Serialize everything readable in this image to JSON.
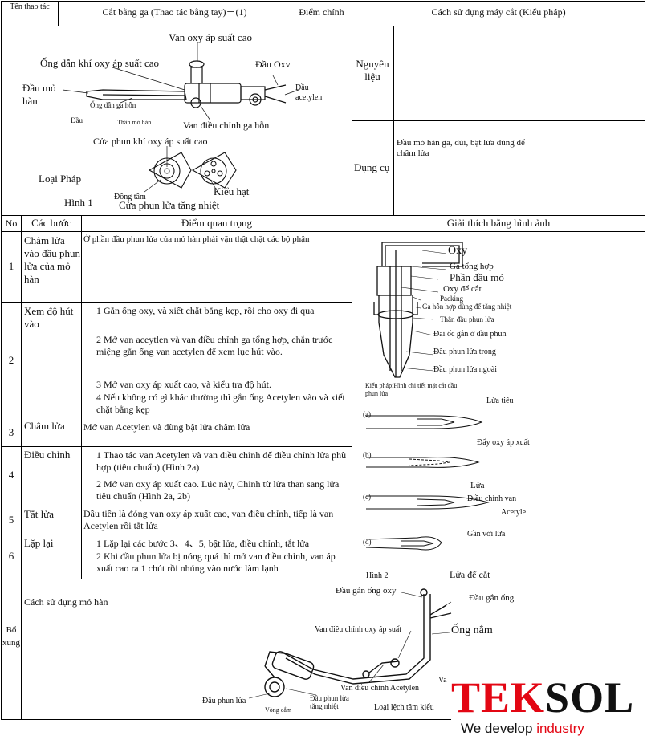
{
  "header": {
    "op_name_label": "Tên thao tác",
    "op_title": "Cắt bằng ga (Thao tác bằng tay)－(1)",
    "key_points": "Điểm chính",
    "usage_title": "Cách sử dụng máy cắt (Kiểu pháp)"
  },
  "figure1": {
    "labels": {
      "high_oxy_valve": "Van oxy áp suất cao",
      "high_oxy_pipe": "Ống dẫn khí oxy áp suất cao",
      "oxy_head": "Đầu Oxv",
      "torch_head": "Đầu mỏ hàn",
      "mix_pipe": "Ống dẫn ga hỗn",
      "acetylene_head": "Đầu acetylen",
      "head": "Đầu",
      "body": "Thân mỏ hàn",
      "mix_valve": "Van điều chỉnh ga hỗn",
      "nozzle_high_oxy": "Cửa phun khí oxy áp suất cao",
      "type": "Loại Pháp",
      "fig": "Hình 1",
      "concentric": "Đồng tâm",
      "bead": "Kiểu hạt",
      "preheat_nozzle": "Cửa phun lửa tăng nhiệt"
    }
  },
  "materials": {
    "label": "Nguyên liệu",
    "tools_label": "Dụng cụ",
    "tools_value": "Đầu mỏ hàn ga, dùi, bật lửa dùng để châm lửa"
  },
  "table": {
    "col_no": "No",
    "col_steps": "Các bước",
    "col_key": "Điểm quan trọng",
    "col_img": "Giải thích bằng hình ảnh",
    "rows": [
      {
        "no": "1",
        "step": "Châm lửa vào đầu phun lửa của mỏ hàn",
        "points": [
          "Ở phần đầu phun lửa của mỏ hàn phải vặn thật chặt các bộ phận"
        ]
      },
      {
        "no": "2",
        "step": "Xem độ hút vào",
        "points": [
          "1 Gắn ống oxy, và xiết chặt bằng kẹp, rồi cho oxy đi qua",
          "2 Mở van aceytlen và van điều chỉnh ga tổng hợp, chắn trước miệng gắn ống van acetylen để xem lục hút vào.",
          "3 Mở van oxy áp xuất cao, và kiểu tra độ hút.",
          "4 Nếu không có gì khác thường thì gắn ống Acetylen vào và xiết chặt bằng kẹp"
        ]
      },
      {
        "no": "3",
        "step": "Châm lửa",
        "points": [
          "Mở van Acetylen và dùng bật lửa châm lửa"
        ]
      },
      {
        "no": "4",
        "step": "Điều chỉnh",
        "points": [
          "1 Thao tác van Acetylen và van điều chỉnh để điều chỉnh lửa phù hợp (tiêu chuẩn) (Hình 2a)",
          "2 Mở van oxy áp xuất cao. Lúc này, Chỉnh từ lửa than sang lửa tiêu chuẩn (Hình 2a, 2b)"
        ]
      },
      {
        "no": "5",
        "step": "Tắt lửa",
        "points": [
          "Đầu tiên là đóng van oxy áp xuất cao, van điều chỉnh, tiếp là van Acetylen rồi tắt lửa"
        ]
      },
      {
        "no": "6",
        "step": "Lặp lại",
        "points": [
          "1 Lặp lại các bước 3、4、5, bật lửa, điều chỉnh, tắt lửa",
          "2 Khi đầu phun lửa bị nóng quá thì mở van điều chỉnh, van áp xuất cao ra 1 chút rồi nhúng vào nước làm lạnh"
        ]
      }
    ],
    "extra_no": "Bổ xung",
    "extra_text": "Cách sử dụng mỏ hàn"
  },
  "nozzle_fig": {
    "oxy": "Oxy",
    "mixed_gas": "Ga tổng hợp",
    "torch_head_part": "Phần đầu mỏ",
    "cutting_oxy": "Oxy để cắt",
    "packing": "Packing",
    "preheat_gas": "Ga hỗn hợp dùng để tăng nhiệt",
    "nozzle_body": "Thân đầu phun lửa",
    "nut": "Đai ốc gắn ở đầu phun",
    "inner_nozzle": "Đầu phun lửa trong",
    "outer_nozzle": "Đầu phun lửa ngoài",
    "caption": "Kiểu pháp:Hình chi tiết mặt cắt đầu phun lửa"
  },
  "flames": {
    "a": "(a)",
    "b": "(b)",
    "c": "(c)",
    "d": "(d)",
    "cut_flame": "Lửa tiêu",
    "push_oxy": "Đẩy oxy áp xuất",
    "flame": "Lửa",
    "adjust_valve": "Điều chỉnh van",
    "acetyle": "Acetyle",
    "near_flame": "Gần với lửa",
    "fig2": "Hình 2",
    "cut_flame2": "Lửa để cắt"
  },
  "torch_fig": {
    "oxy_hose_head": "Đầu gắn ống oxy",
    "hose_head": "Đầu gắn ống",
    "grip": "Ống nắm",
    "high_oxy_valve": "Van điều chỉnh oxy áp suất",
    "va": "Va",
    "acet_valve": "Van điều chỉnh Acetylen",
    "nozzle": "Đầu phun lửa",
    "ring": "Vòng cắm",
    "preheat_nozzle": "Đầu phun lửa tăng nhiệt",
    "eccentric": "Loại lệch tâm kiểu"
  },
  "logo": {
    "brand_left": "TEK",
    "brand_right": "SOL",
    "tagline_a": "We develop ",
    "tagline_b": "industry",
    "red": "#e30613"
  }
}
